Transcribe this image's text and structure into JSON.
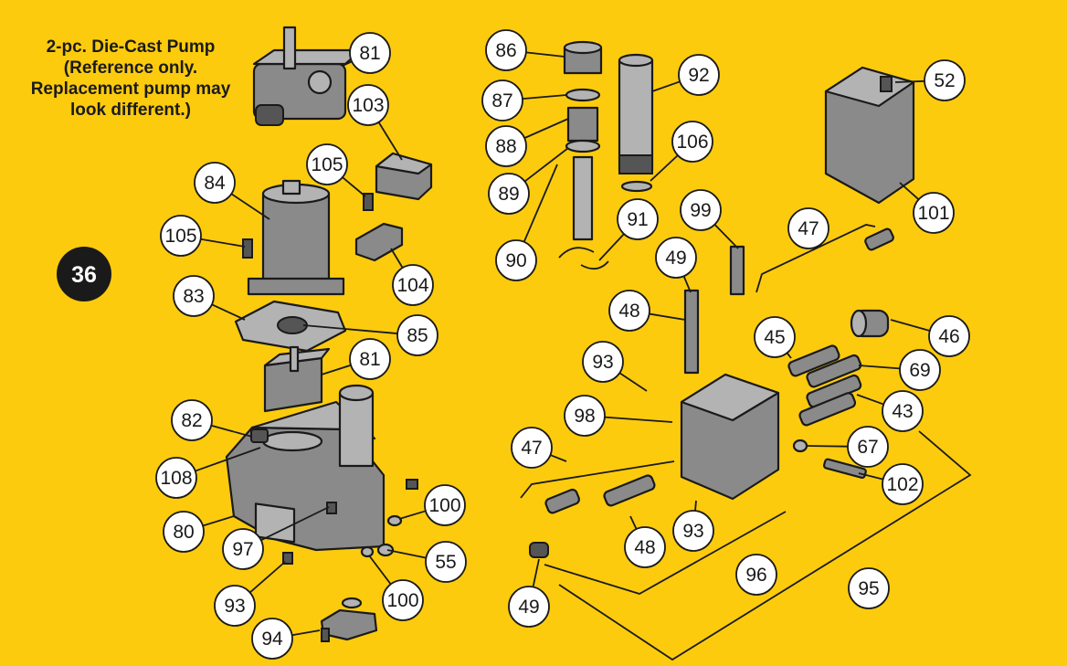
{
  "note": "2-pc. Die-Cast Pump (Reference only. Replacement pump may look different.)",
  "figure_badge": "36",
  "callouts": [
    "81",
    "103",
    "105",
    "84",
    "105",
    "104",
    "83",
    "85",
    "81",
    "82",
    "108",
    "80",
    "97",
    "93",
    "94",
    "100",
    "100",
    "55",
    "86",
    "87",
    "88",
    "89",
    "90",
    "92",
    "106",
    "91",
    "99",
    "49",
    "48",
    "47",
    "45",
    "52",
    "101",
    "46",
    "69",
    "93",
    "98",
    "43",
    "67",
    "102",
    "47",
    "48",
    "93",
    "49",
    "96",
    "95"
  ]
}
